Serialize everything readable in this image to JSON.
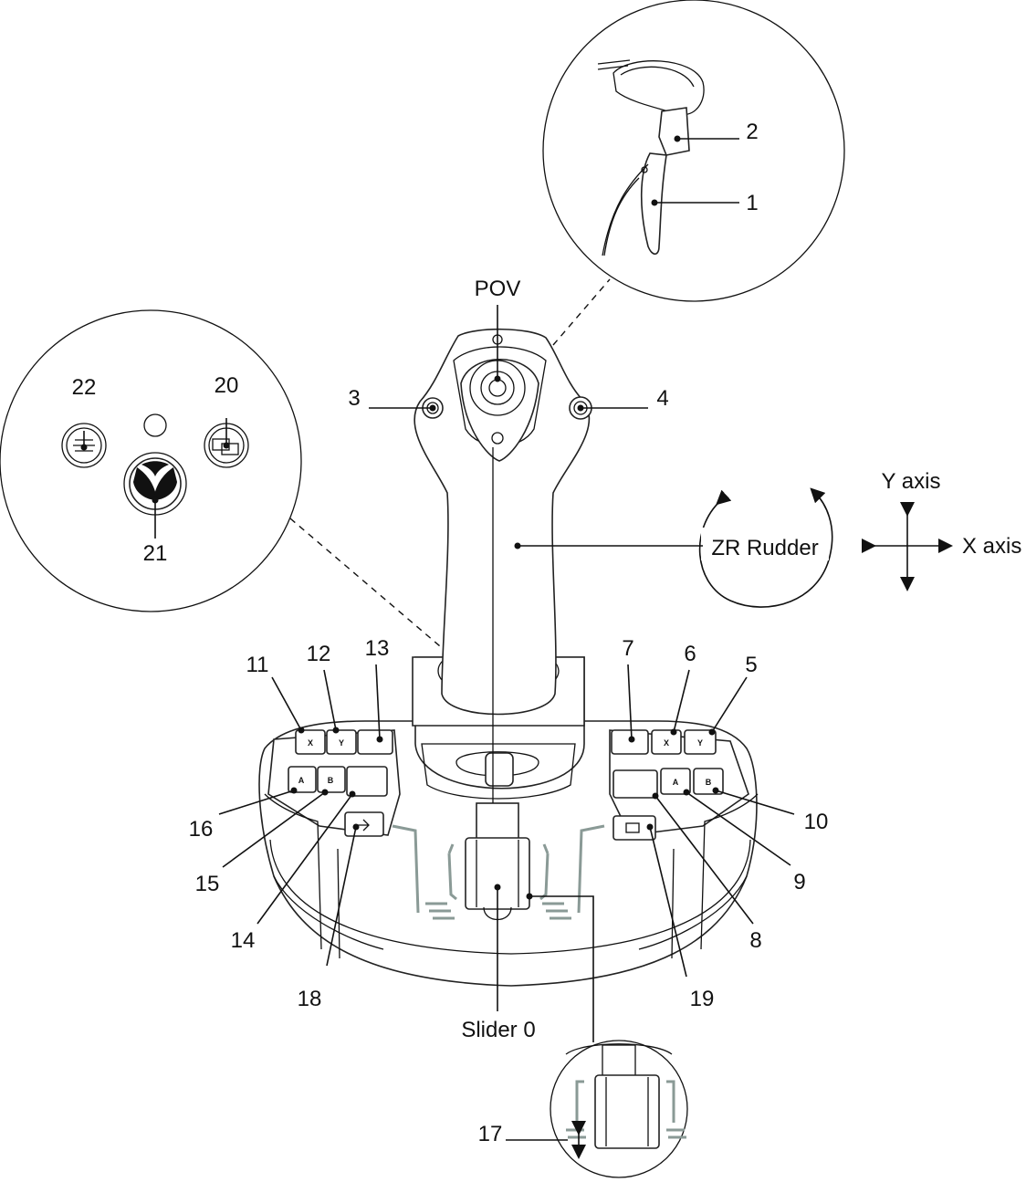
{
  "labels": {
    "pov": "POV",
    "zr_rudder": "ZR Rudder",
    "y_axis": "Y axis",
    "x_axis": "X axis",
    "slider": "Slider 0",
    "n1": "1",
    "n2": "2",
    "n3": "3",
    "n4": "4",
    "n5": "5",
    "n6": "6",
    "n7": "7",
    "n8": "8",
    "n9": "9",
    "n10": "10",
    "n11": "11",
    "n12": "12",
    "n13": "13",
    "n14": "14",
    "n15": "15",
    "n16": "16",
    "n17": "17",
    "n18": "18",
    "n19": "19",
    "n20": "20",
    "n21": "21",
    "n22": "22"
  },
  "key_letters": {
    "left_x": "X",
    "left_y": "Y",
    "left_a": "A",
    "left_b": "B",
    "right_x": "X",
    "right_y": "Y",
    "right_a": "A",
    "right_b": "B"
  }
}
